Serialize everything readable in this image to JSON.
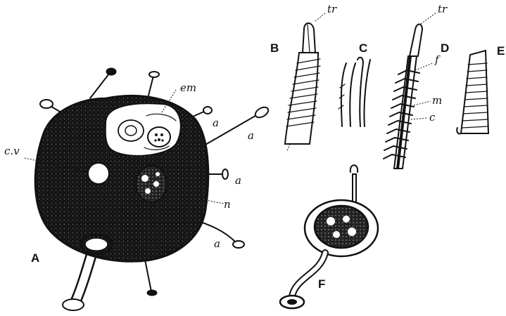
{
  "figure": {
    "panel_letters": {
      "a": "A",
      "b": "B",
      "c": "C",
      "d": "D",
      "e": "E",
      "f": "F"
    },
    "labels": {
      "em": "em",
      "cv": "c.v",
      "n": "n",
      "a": "a",
      "tr": "tr",
      "f": "f",
      "m": "m",
      "c": "c"
    }
  }
}
